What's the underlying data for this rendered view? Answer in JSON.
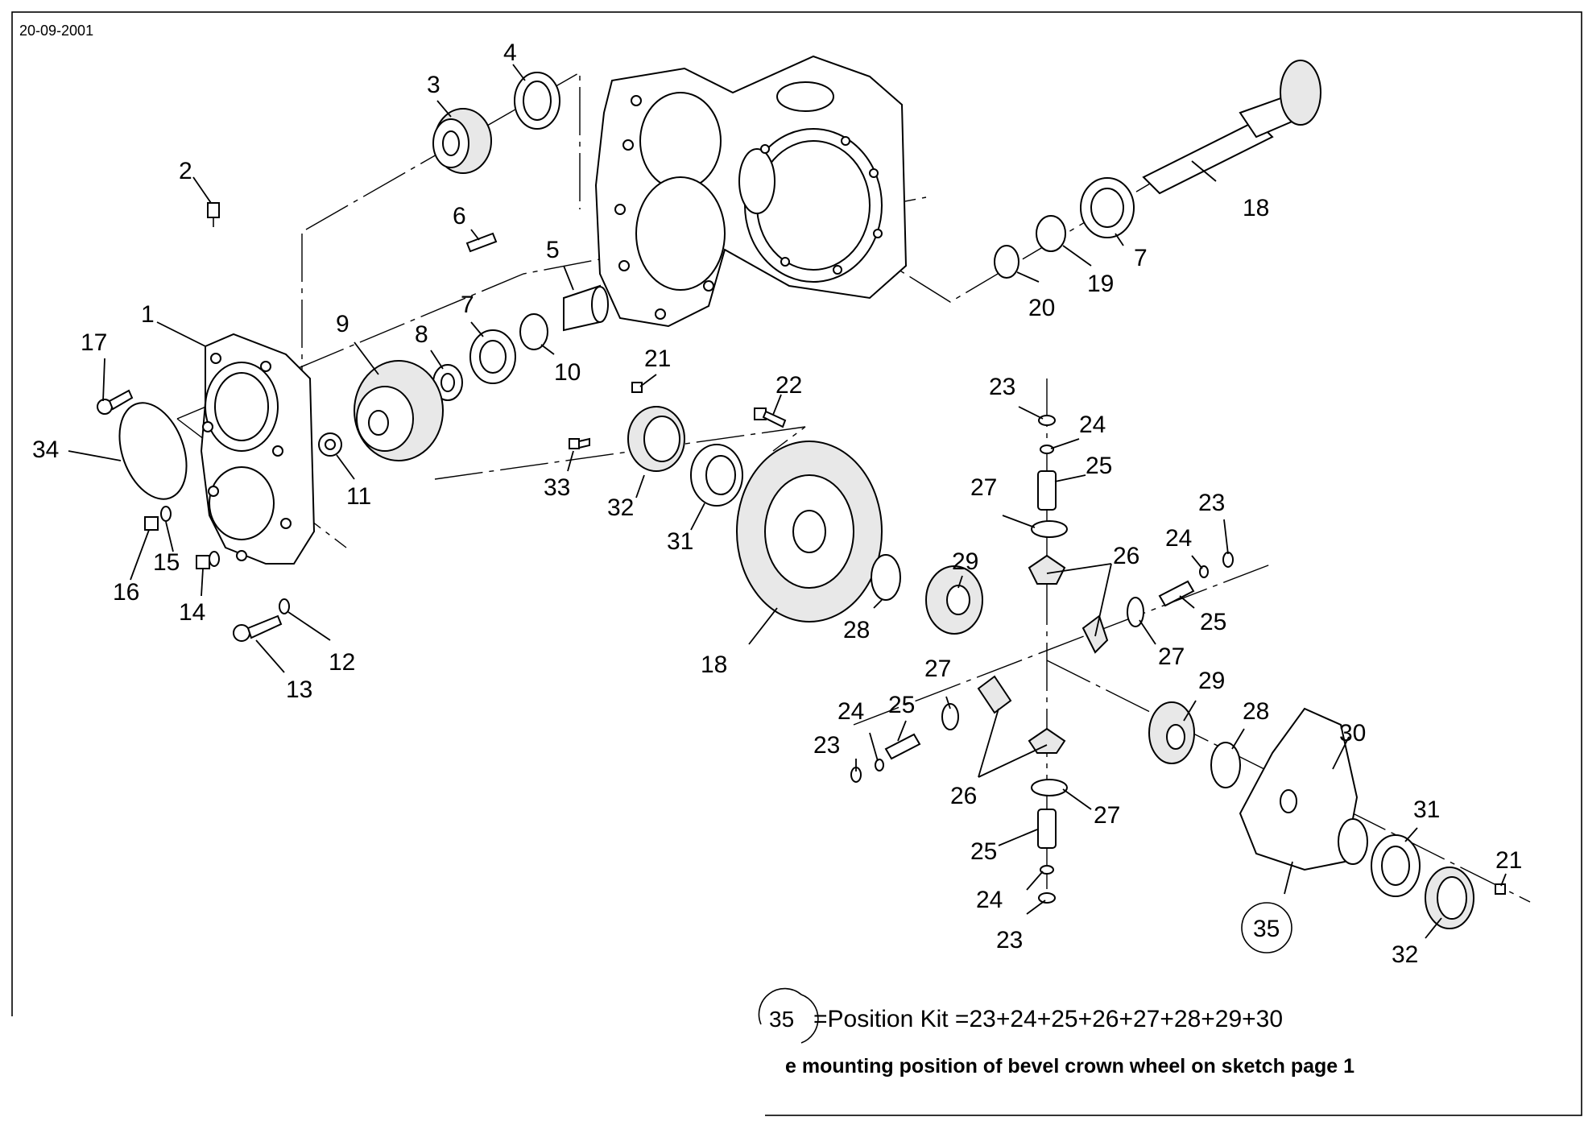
{
  "header": {
    "date": "20-09-2001"
  },
  "callouts": [
    {
      "n": "1"
    },
    {
      "n": "2"
    },
    {
      "n": "3"
    },
    {
      "n": "4"
    },
    {
      "n": "5"
    },
    {
      "n": "6"
    },
    {
      "n": "7"
    },
    {
      "n": "7"
    },
    {
      "n": "8"
    },
    {
      "n": "9"
    },
    {
      "n": "10"
    },
    {
      "n": "11"
    },
    {
      "n": "12"
    },
    {
      "n": "13"
    },
    {
      "n": "14"
    },
    {
      "n": "15"
    },
    {
      "n": "16"
    },
    {
      "n": "17"
    },
    {
      "n": "18"
    },
    {
      "n": "18"
    },
    {
      "n": "19"
    },
    {
      "n": "20"
    },
    {
      "n": "21"
    },
    {
      "n": "21"
    },
    {
      "n": "22"
    },
    {
      "n": "23"
    },
    {
      "n": "23"
    },
    {
      "n": "23"
    },
    {
      "n": "23"
    },
    {
      "n": "24"
    },
    {
      "n": "24"
    },
    {
      "n": "24"
    },
    {
      "n": "24"
    },
    {
      "n": "25"
    },
    {
      "n": "25"
    },
    {
      "n": "25"
    },
    {
      "n": "25"
    },
    {
      "n": "26"
    },
    {
      "n": "26"
    },
    {
      "n": "27"
    },
    {
      "n": "27"
    },
    {
      "n": "27"
    },
    {
      "n": "27"
    },
    {
      "n": "28"
    },
    {
      "n": "28"
    },
    {
      "n": "29"
    },
    {
      "n": "29"
    },
    {
      "n": "30"
    },
    {
      "n": "31"
    },
    {
      "n": "31"
    },
    {
      "n": "32"
    },
    {
      "n": "32"
    },
    {
      "n": "33"
    },
    {
      "n": "34"
    },
    {
      "n": "35"
    }
  ],
  "legend": {
    "kit_marker": "35",
    "kit_text": "=Position Kit =23+24+25+26+27+28+29+30",
    "note": "e mounting position of bevel crown wheel on sketch page 1"
  }
}
